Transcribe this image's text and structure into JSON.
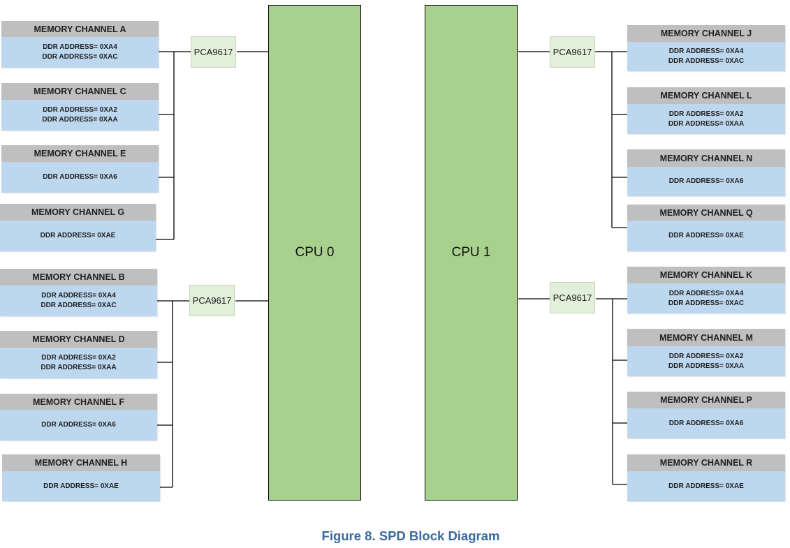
{
  "figure": {
    "caption": "Figure 8. SPD Block Diagram"
  },
  "cpus": [
    {
      "label": "CPU 0"
    },
    {
      "label": "CPU 1"
    }
  ],
  "muxes": [
    {
      "label": "PCA9617",
      "cpu": "CPU 0",
      "group": "upper"
    },
    {
      "label": "PCA9617",
      "cpu": "CPU 0",
      "group": "lower"
    },
    {
      "label": "PCA9617",
      "cpu": "CPU 1",
      "group": "upper"
    },
    {
      "label": "PCA9617",
      "cpu": "CPU 1",
      "group": "lower"
    }
  ],
  "channels": {
    "A": {
      "title": "MEMORY CHANNEL A",
      "addresses": [
        "DDR ADDRESS= 0XA4",
        "DDR ADDRESS= 0XAC"
      ]
    },
    "C": {
      "title": "MEMORY CHANNEL C",
      "addresses": [
        "DDR ADDRESS= 0XA2",
        "DDR ADDRESS= 0XAA"
      ]
    },
    "E": {
      "title": "MEMORY CHANNEL E",
      "addresses": [
        "DDR ADDRESS= 0XA6"
      ]
    },
    "G": {
      "title": "MEMORY CHANNEL G",
      "addresses": [
        "DDR ADDRESS= 0XAE"
      ]
    },
    "B": {
      "title": "MEMORY CHANNEL B",
      "addresses": [
        "DDR ADDRESS= 0XA4",
        "DDR ADDRESS= 0XAC"
      ]
    },
    "D": {
      "title": "MEMORY CHANNEL D",
      "addresses": [
        "DDR ADDRESS= 0XA2",
        "DDR ADDRESS= 0XAA"
      ]
    },
    "F": {
      "title": "MEMORY CHANNEL F",
      "addresses": [
        "DDR ADDRESS= 0XA6"
      ]
    },
    "H": {
      "title": "MEMORY CHANNEL H",
      "addresses": [
        "DDR ADDRESS= 0XAE"
      ]
    },
    "J": {
      "title": "MEMORY CHANNEL J",
      "addresses": [
        "DDR ADDRESS= 0XA4",
        "DDR ADDRESS= 0XAC"
      ]
    },
    "L": {
      "title": "MEMORY CHANNEL L",
      "addresses": [
        "DDR ADDRESS= 0XA2",
        "DDR ADDRESS= 0XAA"
      ]
    },
    "N": {
      "title": "MEMORY CHANNEL N",
      "addresses": [
        "DDR ADDRESS= 0XA6"
      ]
    },
    "Q": {
      "title": "MEMORY CHANNEL Q",
      "addresses": [
        "DDR ADDRESS= 0XAE"
      ]
    },
    "K": {
      "title": "MEMORY CHANNEL K",
      "addresses": [
        "DDR ADDRESS= 0XA4",
        "DDR ADDRESS= 0XAC"
      ]
    },
    "M": {
      "title": "MEMORY CHANNEL M",
      "addresses": [
        "DDR ADDRESS= 0XA2",
        "DDR ADDRESS= 0XAA"
      ]
    },
    "P": {
      "title": "MEMORY CHANNEL P",
      "addresses": [
        "DDR ADDRESS= 0XA6"
      ]
    },
    "R": {
      "title": "MEMORY CHANNEL R",
      "addresses": [
        "DDR ADDRESS= 0XAE"
      ]
    }
  },
  "colors": {
    "cpu_fill": "#a9d18e",
    "mux_fill": "#e2efda",
    "channel_header": "#bfbfbf",
    "channel_body": "#bdd7ee",
    "caption": "#3b6aa0"
  }
}
